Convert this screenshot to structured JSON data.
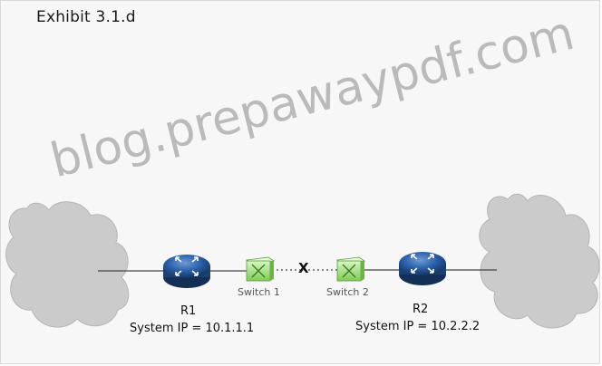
{
  "exhibit": {
    "title": "Exhibit 3.1.d"
  },
  "watermark": "blog.prepawaypdf.com",
  "nodes": {
    "r1": {
      "name": "R1",
      "system_ip": "System IP = 10.1.1.1"
    },
    "r2": {
      "name": "R2",
      "system_ip": "System IP = 10.2.2.2"
    },
    "switch1": {
      "name": "Switch 1"
    },
    "switch2": {
      "name": "Switch 2"
    }
  },
  "link_break_mark": "X",
  "colors": {
    "router_fill": "#1f4f8f",
    "switch_fill": "#9fe07a",
    "cloud_fill": "#c9c9c9"
  }
}
